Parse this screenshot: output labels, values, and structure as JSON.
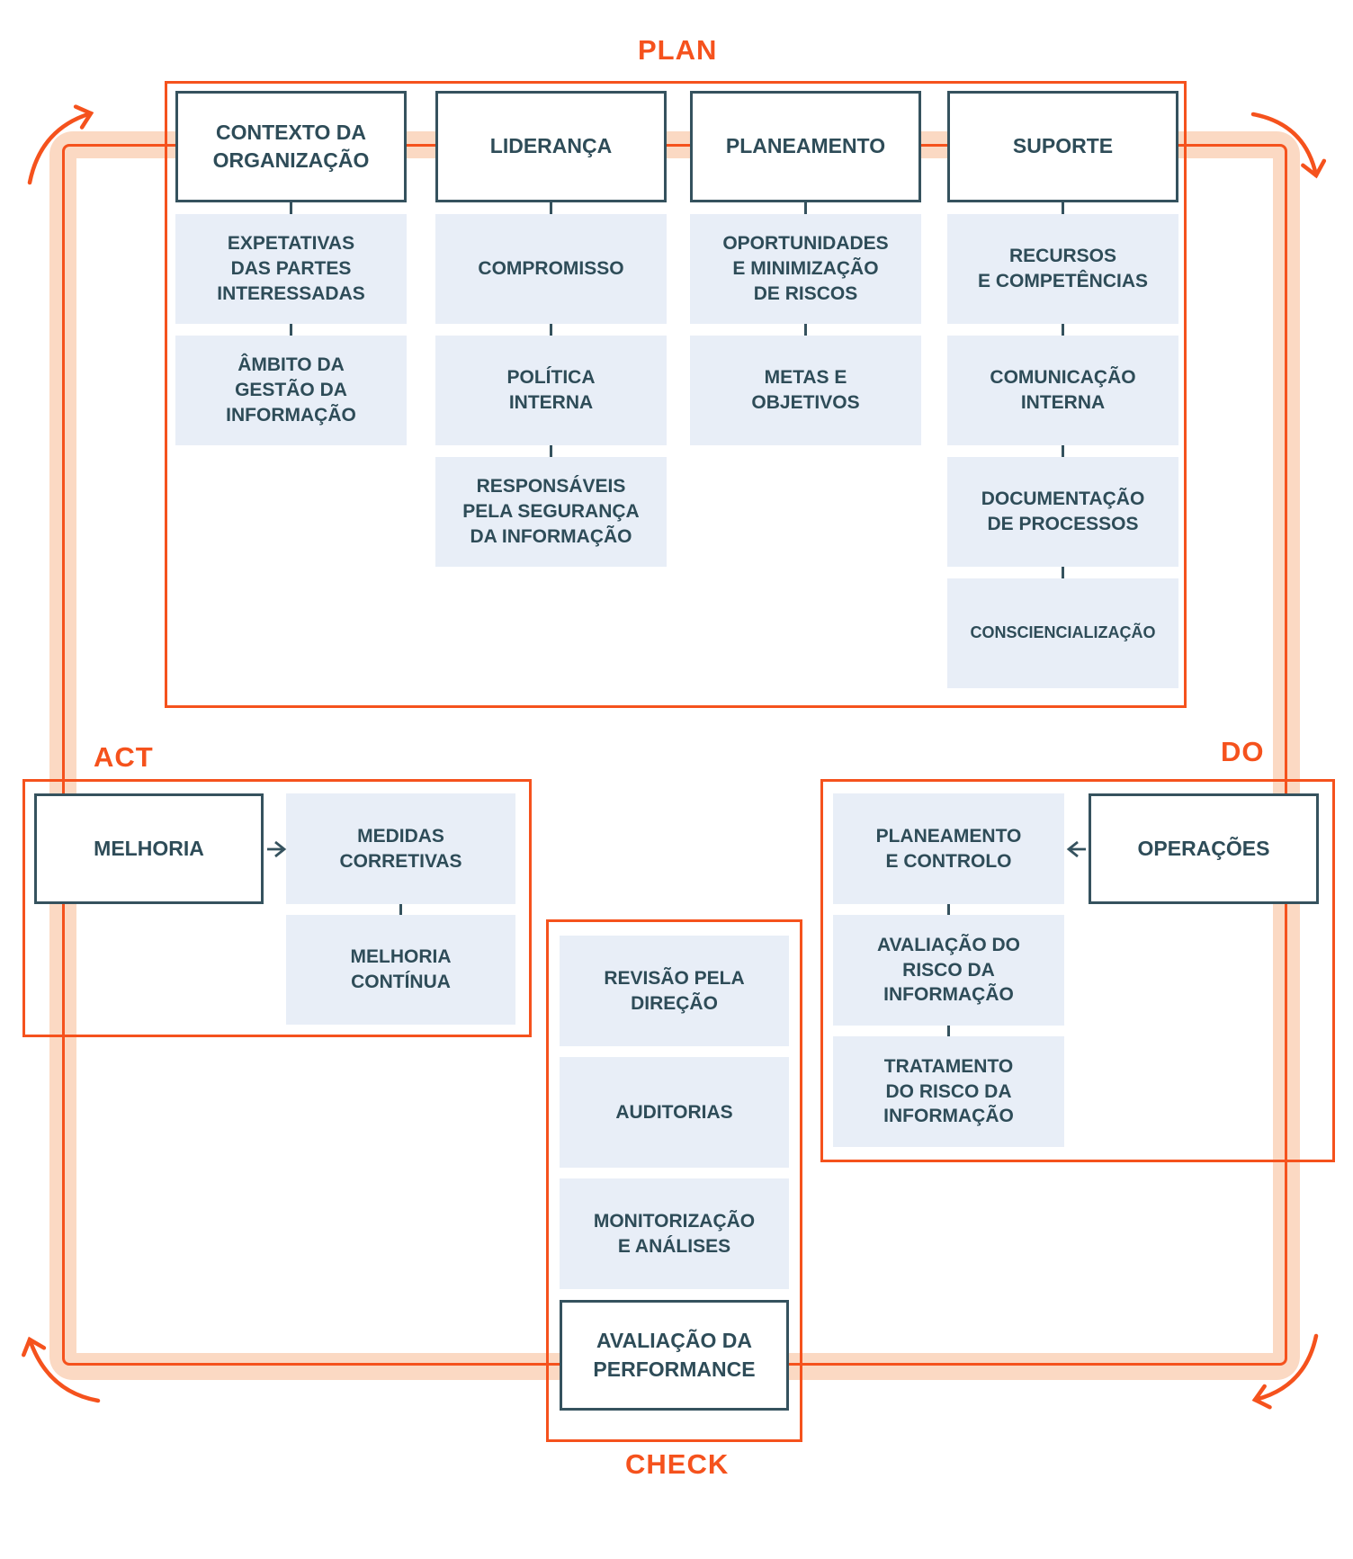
{
  "palette": {
    "orange": "#f5521d",
    "peach_band": "#fbd9c3",
    "slate": "#35525e",
    "text": "#2e4c58",
    "item_bg": "#e8eef7",
    "white": "#ffffff"
  },
  "plan": {
    "label": "PLAN",
    "columns": [
      {
        "header": "CONTEXTO DA\nORGANIZAÇÃO",
        "items": [
          "EXPETATIVAS\nDAS PARTES\nINTERESSADAS",
          "ÂMBITO DA\nGESTÃO DA\nINFORMAÇÃO"
        ]
      },
      {
        "header": "LIDERANÇA",
        "items": [
          "COMPROMISSO",
          "POLÍTICA\nINTERNA",
          "RESPONSÁVEIS\nPELA SEGURANÇA\nDA INFORMAÇÃO"
        ]
      },
      {
        "header": "PLANEAMENTO",
        "items": [
          "OPORTUNIDADES\nE MINIMIZAÇÃO\nDE RISCOS",
          "METAS E\nOBJETIVOS"
        ]
      },
      {
        "header": "SUPORTE",
        "items": [
          "RECURSOS\nE COMPETÊNCIAS",
          "COMUNICAÇÃO\nINTERNA",
          "DOCUMENTAÇÃO\nDE PROCESSOS",
          "CONSCIENCIALIZAÇÃO"
        ]
      }
    ]
  },
  "act": {
    "label": "ACT",
    "primary": "MELHORIA",
    "items": [
      "MEDIDAS\nCORRETIVAS",
      "MELHORIA\nCONTÍNUA"
    ]
  },
  "do": {
    "label": "DO",
    "primary": "OPERAÇÕES",
    "items": [
      "PLANEAMENTO\nE CONTROLO",
      "AVALIAÇÃO DO\nRISCO DA\nINFORMAÇÃO",
      "TRATAMENTO\nDO RISCO DA\nINFORMAÇÃO"
    ]
  },
  "check": {
    "label": "CHECK",
    "items": [
      "REVISÃO PELA\nDIREÇÃO",
      "AUDITORIAS",
      "MONITORIZAÇÃO\nE ANÁLISES"
    ],
    "primary": "AVALIAÇÃO DA\nPERFORMANCE"
  }
}
